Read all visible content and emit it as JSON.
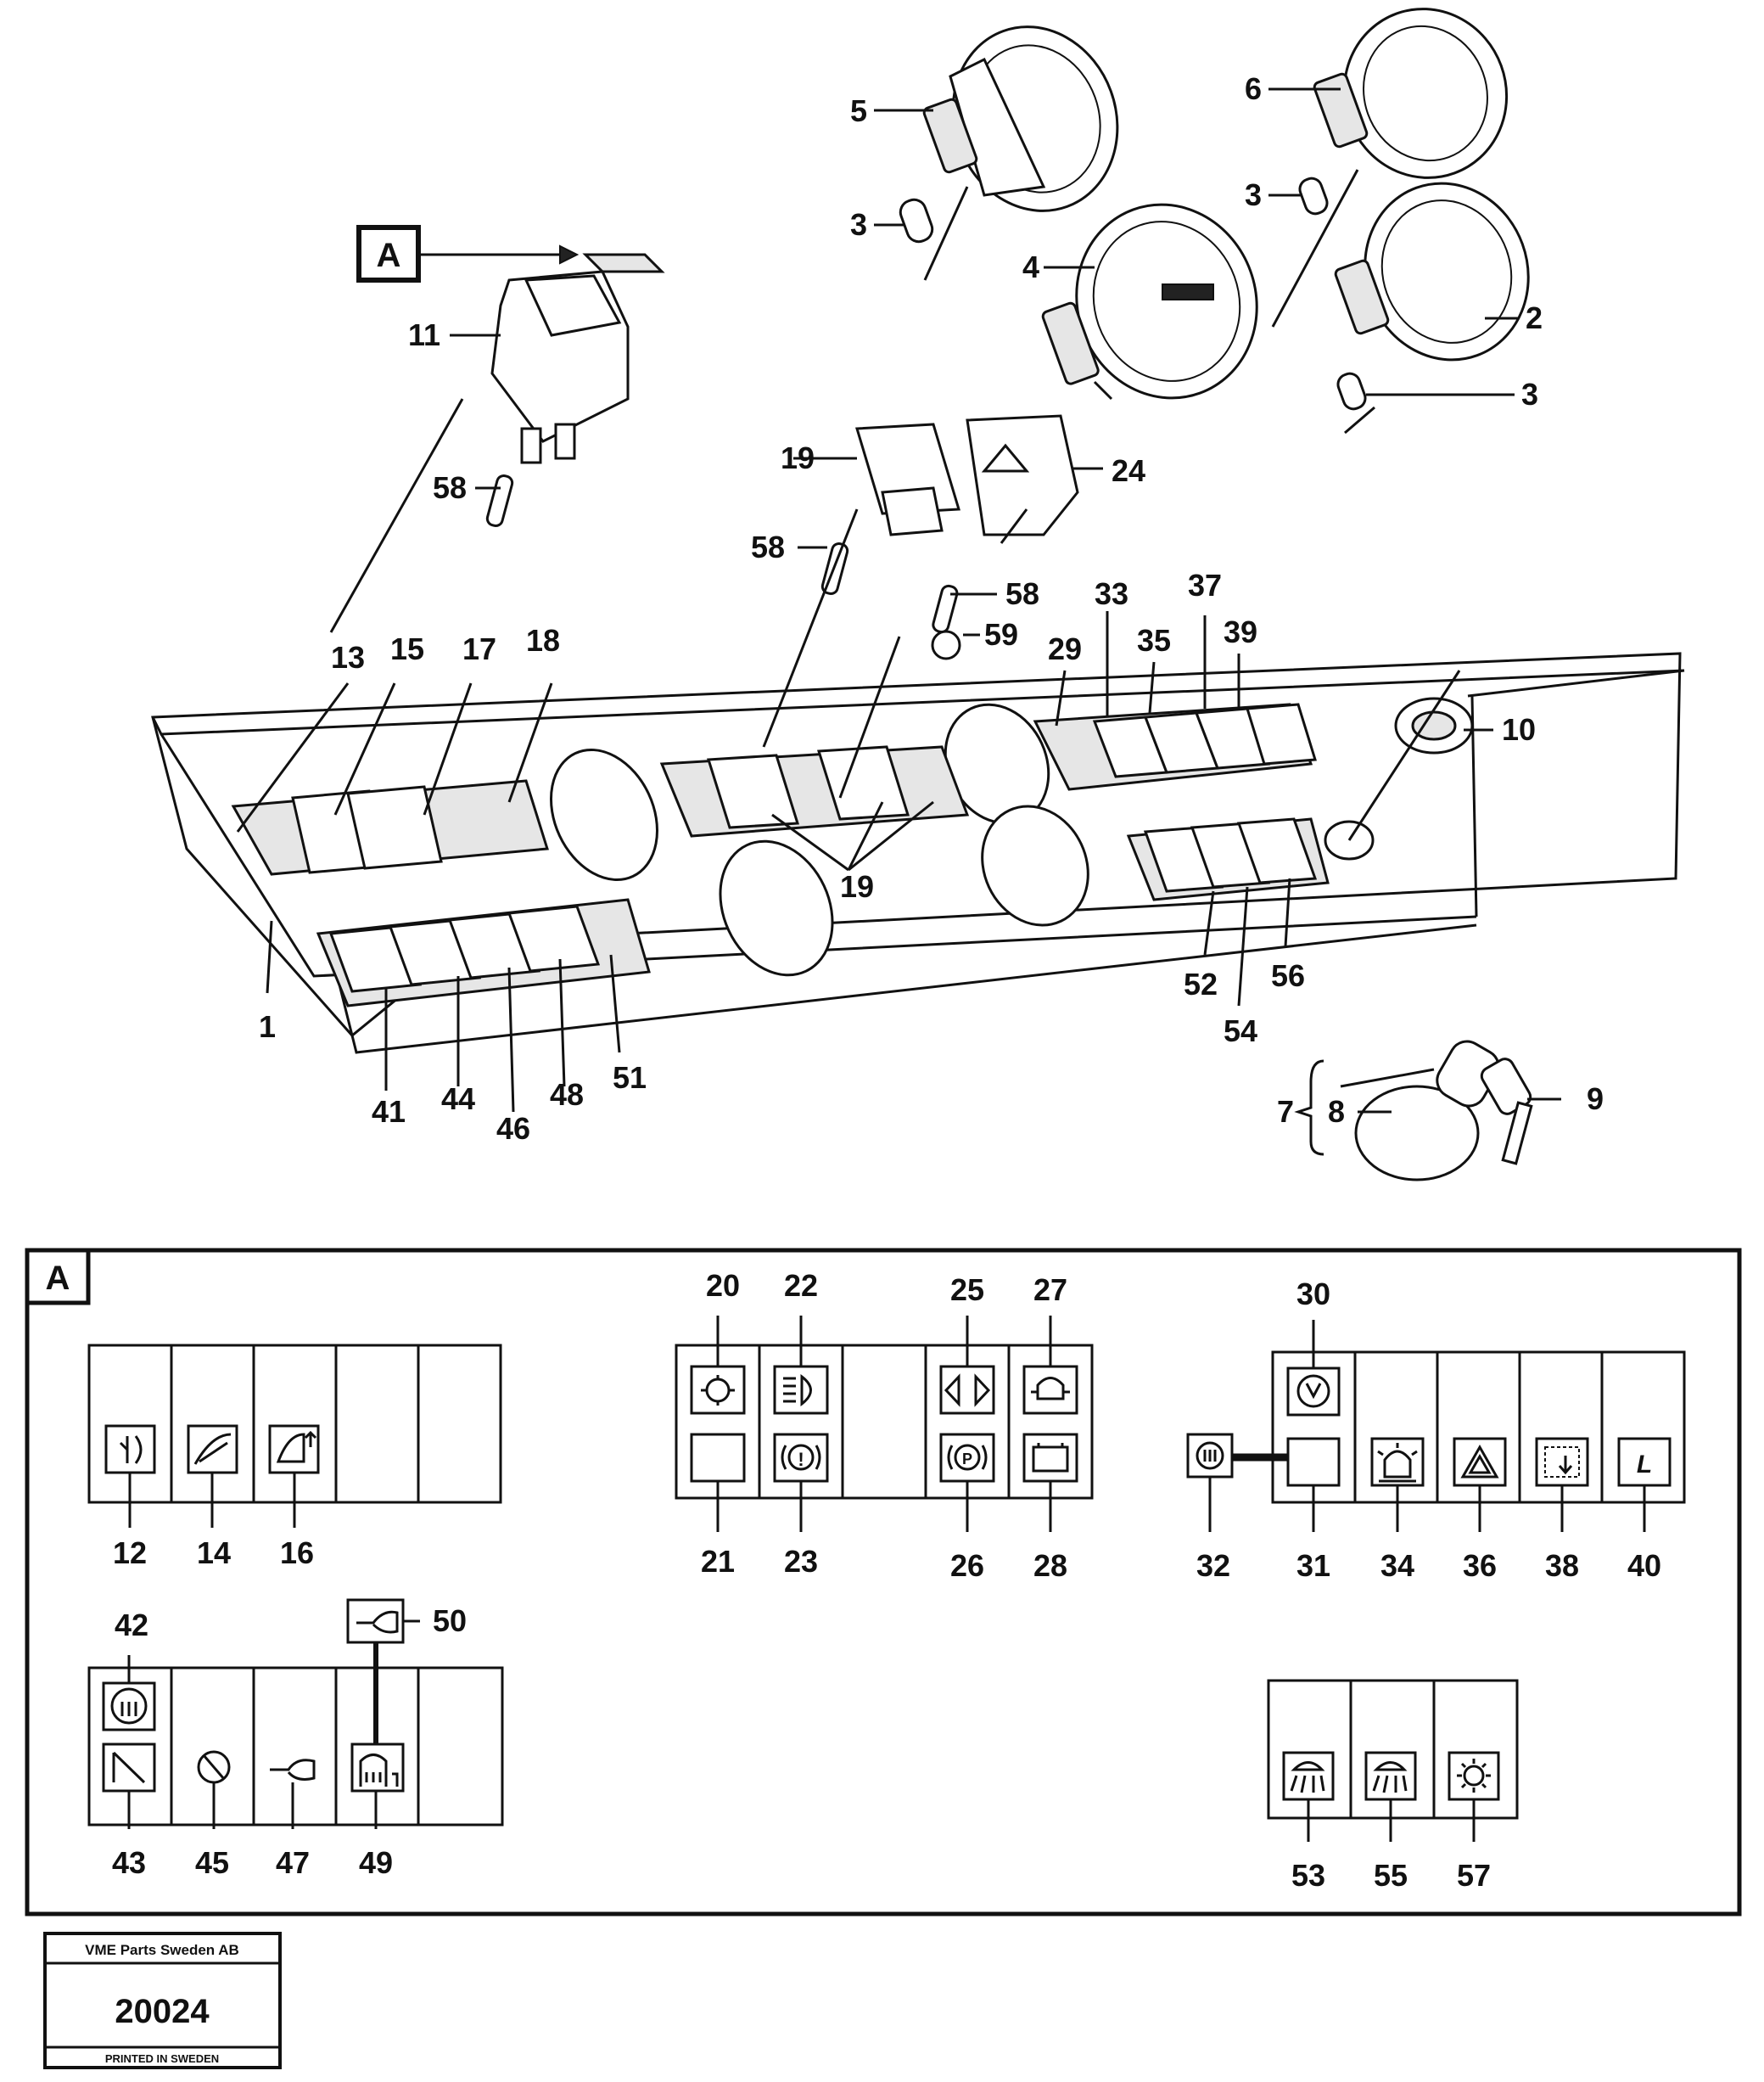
{
  "callouts": {
    "c1": "1",
    "c2": "2",
    "c3a": "3",
    "c3b": "3",
    "c3c": "3",
    "c4": "4",
    "c5": "5",
    "c6": "6",
    "c7": "7",
    "c8": "8",
    "c9": "9",
    "c10": "10",
    "c11": "11",
    "c12": "12",
    "c13": "13",
    "c14": "14",
    "c15": "15",
    "c16": "16",
    "c17": "17",
    "c18": "18",
    "c19a": "19",
    "c19b": "19",
    "c20": "20",
    "c21": "21",
    "c22": "22",
    "c23": "23",
    "c24": "24",
    "c25": "25",
    "c26": "26",
    "c27": "27",
    "c28": "28",
    "c29": "29",
    "c30": "30",
    "c31": "31",
    "c32": "32",
    "c33": "33",
    "c34": "34",
    "c35": "35",
    "c36": "36",
    "c37": "37",
    "c38": "38",
    "c39": "39",
    "c40": "40",
    "c41": "41",
    "c42": "42",
    "c43": "43",
    "c44": "44",
    "c45": "45",
    "c46": "46",
    "c47": "47",
    "c48": "48",
    "c49": "49",
    "c50": "50",
    "c51": "51",
    "c52": "52",
    "c53": "53",
    "c54": "54",
    "c55": "55",
    "c56": "56",
    "c57": "57",
    "c58a": "58",
    "c58b": "58",
    "c58c": "58",
    "c59": "59"
  },
  "detail_ref": "A",
  "detail_ref_inset": "A",
  "stamp": {
    "company": "VME Parts Sweden AB",
    "number": "20024",
    "printed": "PRINTED IN SWEDEN"
  },
  "symbol_40": "L",
  "icons": [
    "working-light-icon",
    "wiper-icon",
    "washer-icon",
    "engine-icon",
    "headlight-icon",
    "brake-warning-icon",
    "turn-signal-icon",
    "parking-brake-icon",
    "oil-pressure-icon",
    "battery-icon",
    "rotating-beacon-icon",
    "hazard-icon",
    "rear-window-heat-icon",
    "horn-icon",
    "floodlight-icon",
    "lamp-icon"
  ]
}
